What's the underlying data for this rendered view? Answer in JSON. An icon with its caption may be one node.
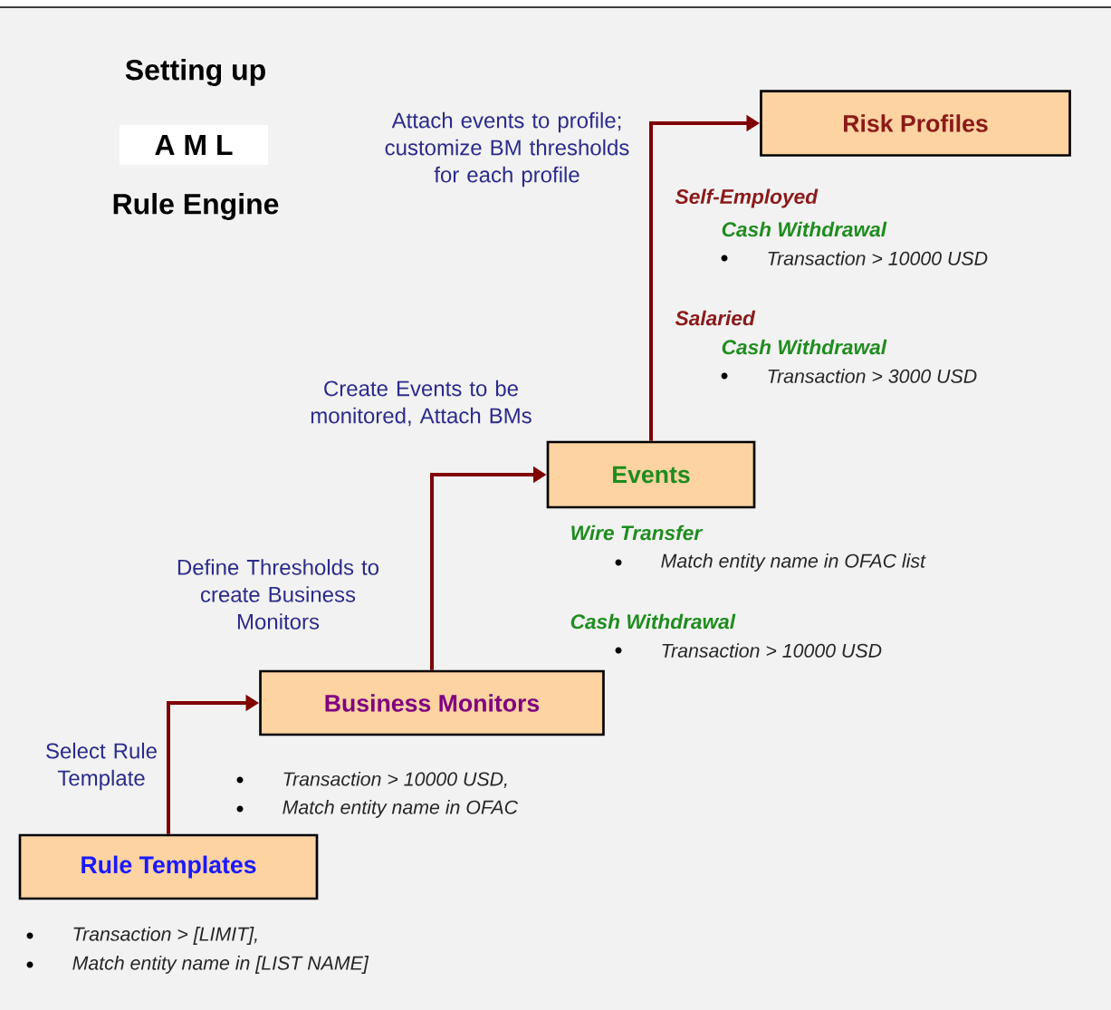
{
  "diagram": {
    "nodes": [
      {
        "text": [
          "Rule Templates"
        ],
        "beside": [
          "Transaction > [LIMIT],",
          "Match entity name in [LIST NAME]"
        ]
      },
      {
        "text": [
          "Business Monitors"
        ],
        "beside": [
          "Transaction > 10000 USD,",
          "Match entity name in OFAC"
        ]
      },
      {
        "text": [
          "Events"
        ],
        "beside": [
          "Wire Transfer",
          "Match entity name in OFAC list",
          "Cash Withdrawal",
          "Transaction > 10000 USD"
        ]
      },
      {
        "text": [
          "Risk Profiles"
        ],
        "beside": [
          "Self-Employed",
          "Cash Withdrawal",
          "Transaction > 10000 USD",
          "Salaried",
          "Cash Withdrawal",
          "Transaction > 3000 USD"
        ]
      }
    ],
    "edges": [
      {
        "from": 0,
        "to": 1,
        "arrow": "to"
      },
      {
        "from": 1,
        "to": 2,
        "arrow": "to"
      },
      {
        "from": 2,
        "to": 3,
        "arrow": "to"
      }
    ],
    "labels": [
      "Setting up",
      "A M L",
      "Rule Engine",
      "Select Rule Template",
      "Define Thresholds to create Business Monitors",
      "Create Events to be monitored, Attach BMs",
      "Attach events to profile; customize BM thresholds for each profile"
    ]
  }
}
